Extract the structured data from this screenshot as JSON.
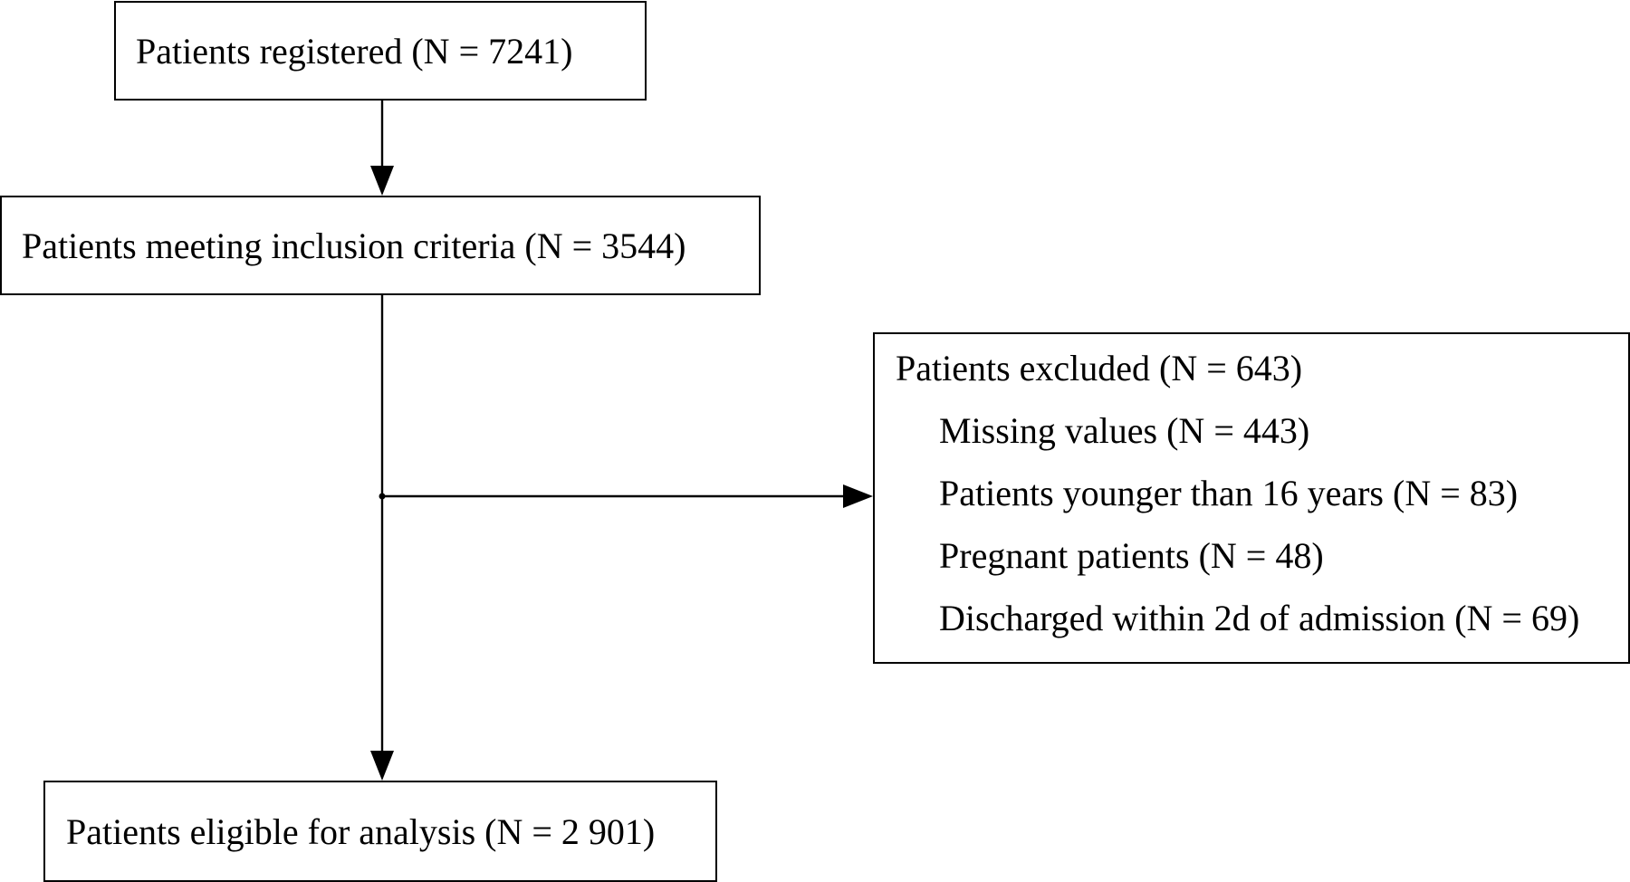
{
  "boxes": {
    "registered": "Patients registered (N = 7241)",
    "inclusion": "Patients meeting inclusion criteria (N = 3544)",
    "eligible": "Patients eligible for analysis (N = 2 901)",
    "excluded": {
      "title": "Patients excluded (N = 643)",
      "reasons": [
        "Missing values (N = 443)",
        "Patients younger than 16 years (N = 83)",
        "Pregnant patients (N = 48)",
        "Discharged within 2d of admission (N = 69)"
      ]
    }
  },
  "colors": {
    "line": "#000000",
    "background": "#ffffff"
  }
}
